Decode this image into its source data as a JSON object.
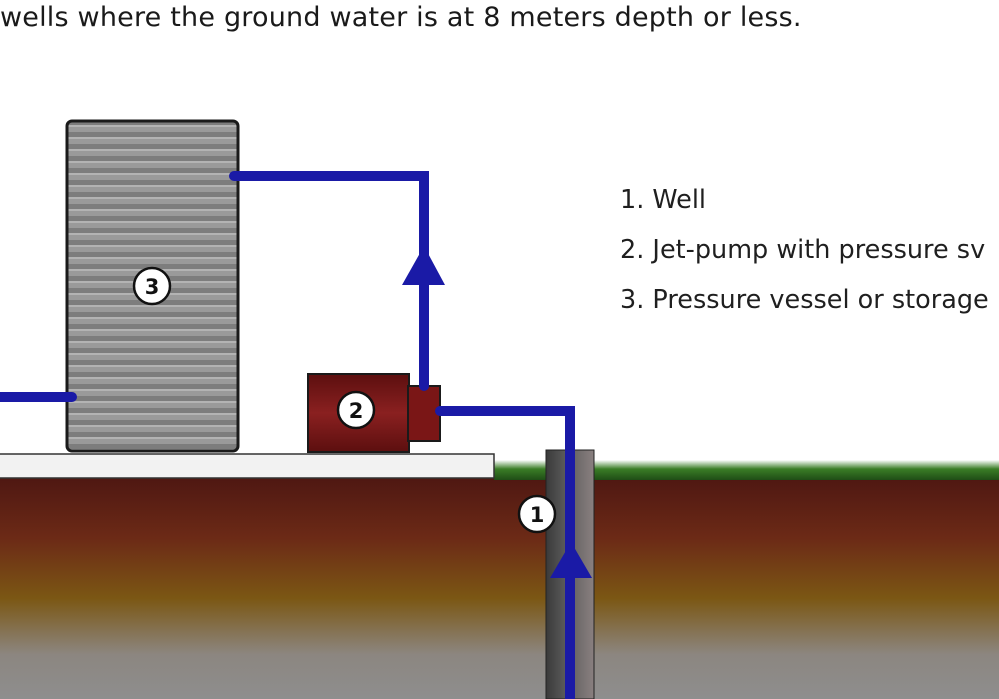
{
  "caption": "wells where the ground water is at 8 meters depth or less.",
  "legend": [
    {
      "number": "1",
      "text": "1. Well"
    },
    {
      "number": "2",
      "text": "2. Jet-pump with pressure sv"
    },
    {
      "number": "3",
      "text": "3. Pressure vessel or storage"
    }
  ],
  "markers": {
    "well": "1",
    "pump": "2",
    "vessel": "3"
  },
  "colors": {
    "pipe": "#1a1aa6",
    "pump": "#7a1616",
    "vessel": "#8a8a8a",
    "grass": "#2f6d1e",
    "soil_top": "#5a1a12",
    "soil_mid": "#7a5a14",
    "soil_bottom": "#8f8f8f",
    "slab": "#f2f2f2"
  }
}
